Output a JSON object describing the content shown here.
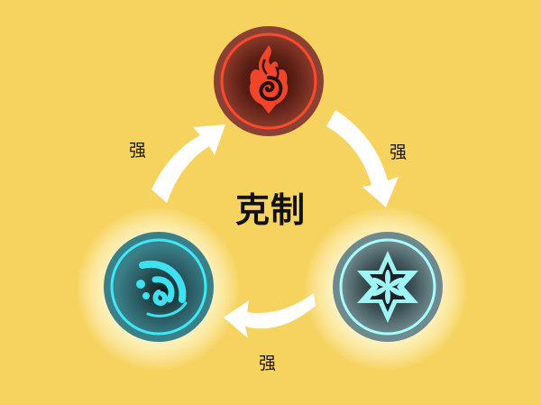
{
  "diagram": {
    "title": "克制",
    "background_color": "#f6d35f",
    "nodes": [
      {
        "id": "pyro",
        "icon": "fire-icon",
        "color": "#e8452a",
        "ring_color": "#ff5a3a",
        "position": "top"
      },
      {
        "id": "cryo",
        "icon": "snowflake-icon",
        "color": "#9ff5f5",
        "ring_color": "#a8ffff",
        "position": "bottom-right"
      },
      {
        "id": "hydro",
        "icon": "water-icon",
        "color": "#3fe0f0",
        "ring_color": "#4ff0ff",
        "position": "bottom-left"
      }
    ],
    "edges": [
      {
        "from": "pyro",
        "to": "cryo",
        "label": "强"
      },
      {
        "from": "cryo",
        "to": "hydro",
        "label": "强"
      },
      {
        "from": "hydro",
        "to": "pyro",
        "label": "强"
      }
    ],
    "labels": {
      "right": "强",
      "bottom": "强",
      "left": "强"
    }
  }
}
